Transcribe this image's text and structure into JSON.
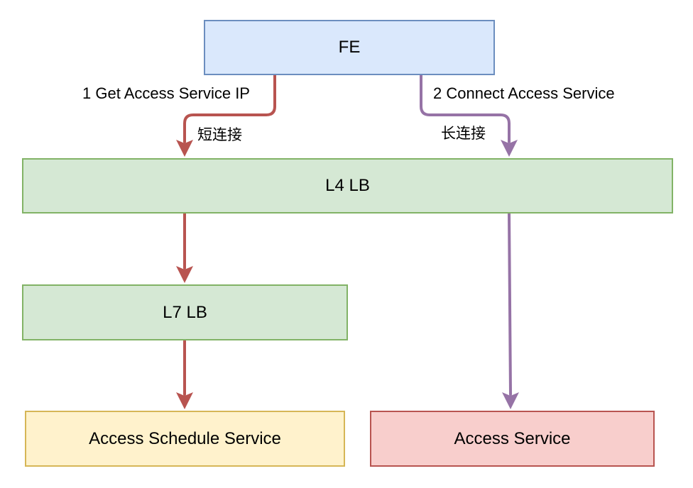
{
  "nodes": {
    "fe": {
      "label": "FE",
      "fill": "#dae8fc",
      "stroke": "#6c8ebf"
    },
    "l4": {
      "label": "L4 LB",
      "fill": "#d5e8d4",
      "stroke": "#82b366"
    },
    "l7": {
      "label": "L7 LB",
      "fill": "#d5e8d4",
      "stroke": "#82b366"
    },
    "schedule": {
      "label": "Access Schedule Service",
      "fill": "#fff2cc",
      "stroke": "#d6b656"
    },
    "access": {
      "label": "Access Service",
      "fill": "#f8cecc",
      "stroke": "#b85450"
    }
  },
  "edges": {
    "step1_label": "1 Get Access Service IP",
    "step1_note": "短连接",
    "step2_label": "2 Connect Access Service",
    "step2_note": "长连接",
    "short_color": "#b85450",
    "long_color": "#9673a6"
  }
}
